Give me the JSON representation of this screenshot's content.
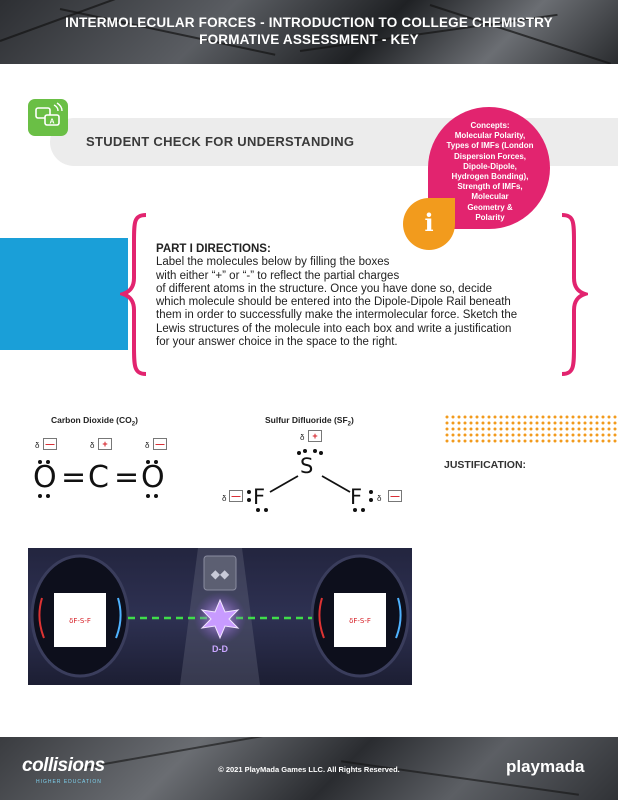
{
  "header": {
    "title_line1": "INTERMOLECULAR FORCES - INTRODUCTION TO COLLEGE CHEMISTRY",
    "title_line2": "FORMATIVE ASSESSMENT - KEY"
  },
  "check": {
    "title": "STUDENT CHECK FOR UNDERSTANDING",
    "badge_text": "A"
  },
  "concepts": {
    "lines": [
      "Concepts:",
      "Molecular Polarity,",
      "Types of IMFs (London",
      "Dispersion Forces,",
      "Dipole-Dipole,",
      "Hydrogen Bonding),",
      "Strength of IMFs,",
      "Molecular",
      "Geometry &",
      "Polarity"
    ],
    "info_icon": "i"
  },
  "directions": {
    "heading": "PART I DIRECTIONS:",
    "lines": [
      "Label the molecules below by filling the boxes",
      "with either “+” or “-” to reflect the partial charges",
      "of different atoms in the structure. Once you have done so, decide",
      "which molecule should be entered into the Dipole-Dipole Rail beneath",
      "them in order to successfully make the intermolecular force. Sketch the",
      "Lewis structures of the molecule into each box and write a justification",
      "for your answer choice in the space to the right."
    ]
  },
  "co2": {
    "name": "Carbon Dioxide (CO",
    "subscript": "2",
    "close": ")",
    "delta": "δ",
    "charges": [
      "—",
      "+",
      "—"
    ],
    "atoms": [
      "O",
      "=",
      "C",
      "=",
      "O"
    ]
  },
  "sf2": {
    "name": "Sulfur Difluoride (SF",
    "subscript": "2",
    "close": ")",
    "delta": "δ",
    "charges": [
      "+",
      "—",
      "—"
    ],
    "atoms": [
      "S",
      "F",
      "F"
    ]
  },
  "justification": {
    "label": "JUSTIFICATION:"
  },
  "game": {
    "rail_label": "D-D"
  },
  "footer": {
    "copyright": "© 2021 PlayMada Games LLC. All Rights Reserved.",
    "logo_left": "collisions",
    "logo_left_sub": "HIGHER EDUCATION",
    "logo_right": "playmada"
  },
  "colors": {
    "accent_pink": "#e2246f",
    "accent_orange": "#f29b1d",
    "accent_blue": "#1a9fd8",
    "accent_green": "#6abf45",
    "charge_red": "#d61f26"
  }
}
